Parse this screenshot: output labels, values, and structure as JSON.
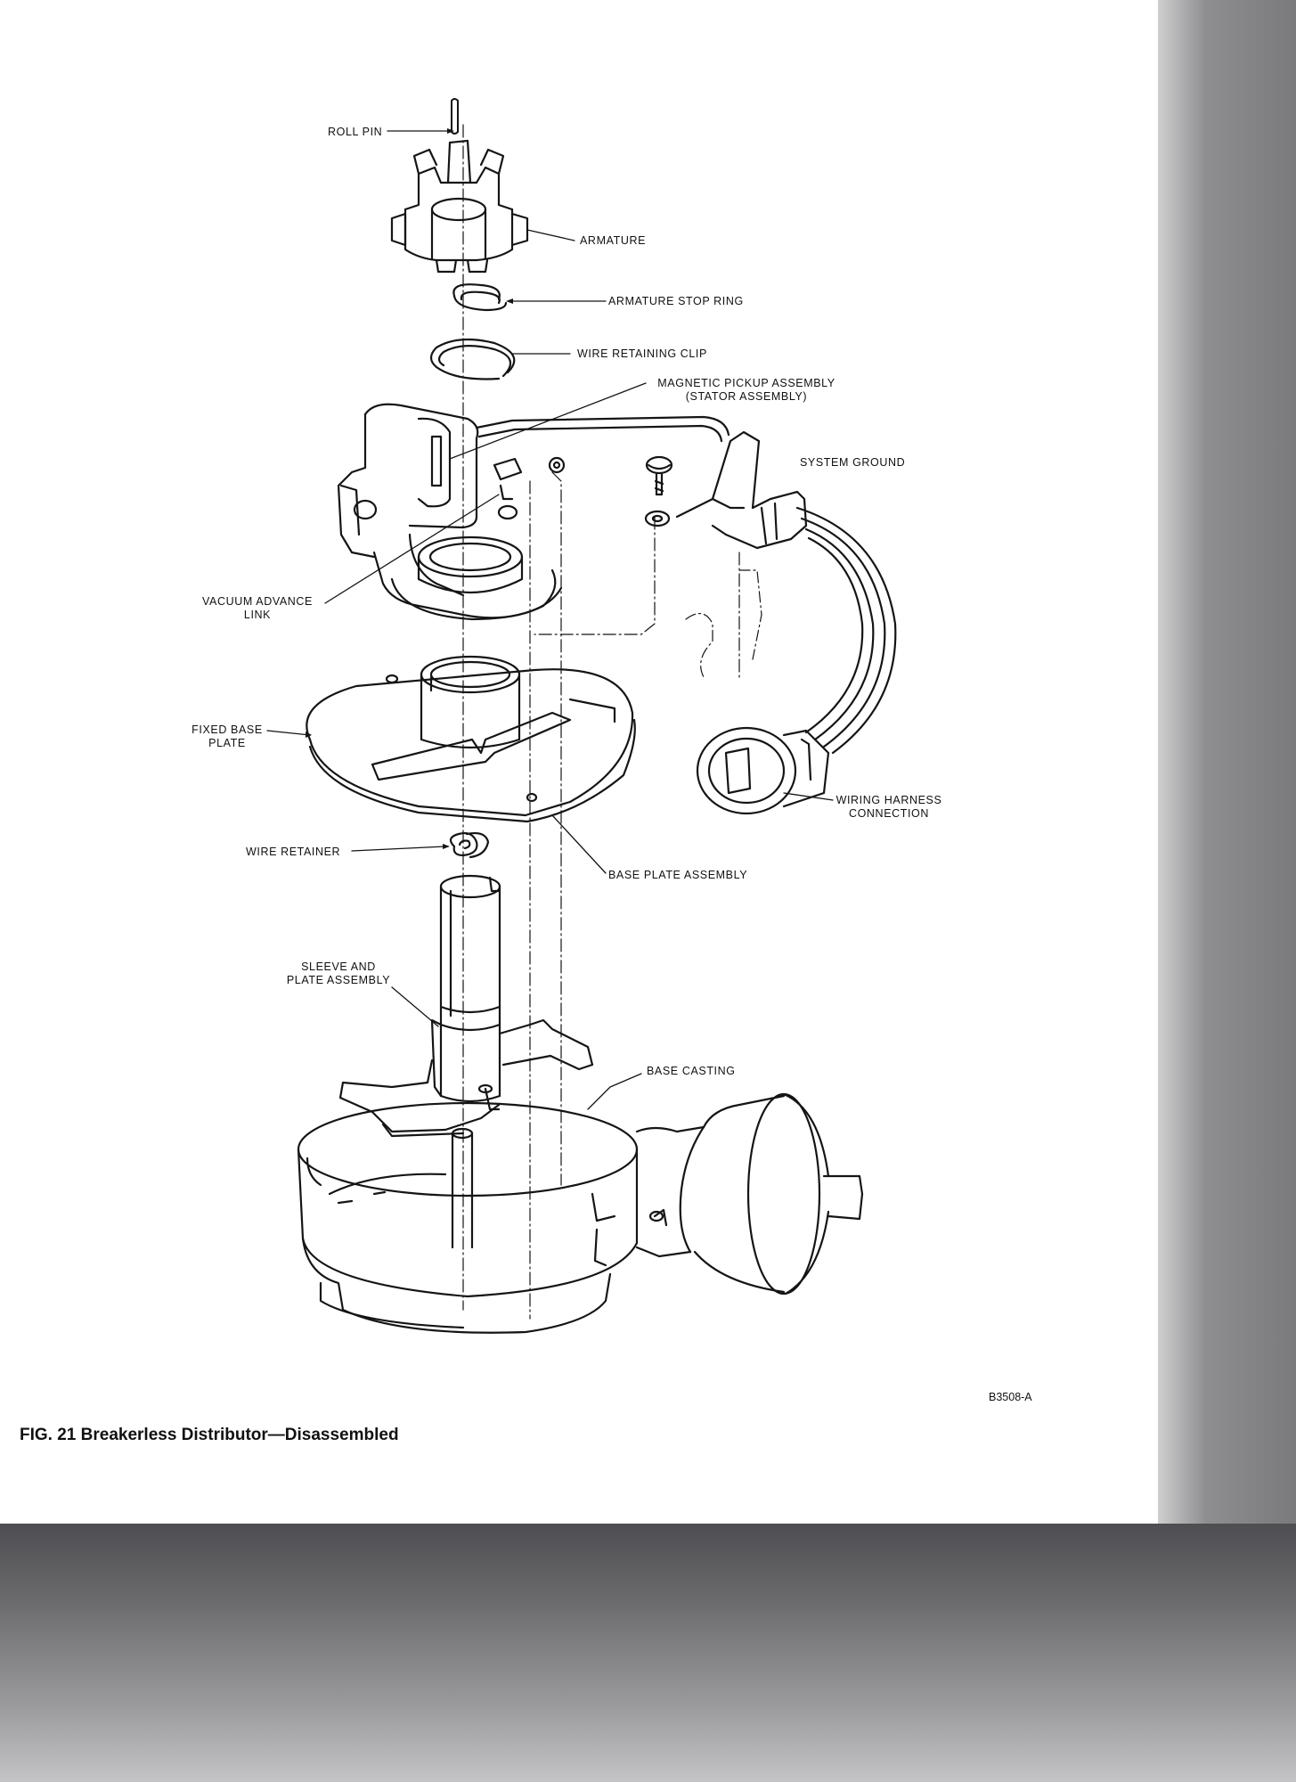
{
  "labels": {
    "roll_pin": "ROLL PIN",
    "armature": "ARMATURE",
    "armature_stop_ring": "ARMATURE STOP RING",
    "wire_retaining_clip": "WIRE RETAINING CLIP",
    "magnetic_pickup_1": "MAGNETIC PICKUP ASSEMBLY",
    "magnetic_pickup_2": "(STATOR ASSEMBLY)",
    "system_ground": "SYSTEM GROUND",
    "vacuum_advance_1": "VACUUM ADVANCE",
    "vacuum_advance_2": "LINK",
    "fixed_base_1": "FIXED BASE",
    "fixed_base_2": "PLATE",
    "wiring_harness_1": "WIRING HARNESS",
    "wiring_harness_2": "CONNECTION",
    "wire_retainer": "WIRE RETAINER",
    "base_plate_assembly": "BASE PLATE ASSEMBLY",
    "sleeve_plate_1": "SLEEVE AND",
    "sleeve_plate_2": "PLATE ASSEMBLY",
    "base_casting": "BASE CASTING"
  },
  "figure_code": "B3508-A",
  "caption": "FIG. 21 Breakerless Distributor—Disassembled"
}
